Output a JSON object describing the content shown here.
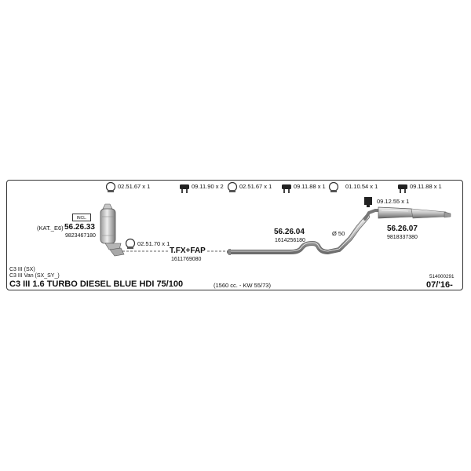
{
  "top_parts": [
    {
      "label": "02.51.67 x 1",
      "icon": "clamp-icon"
    },
    {
      "label": "09.11.90 x 2",
      "icon": "rubber-hanger-icon"
    },
    {
      "label": "02.51.67 x 1",
      "icon": "clamp-icon"
    },
    {
      "label": "09.11.88 x 1",
      "icon": "rubber-hanger-icon"
    },
    {
      "label": "01.10.54 x 1",
      "icon": "clamp-icon"
    },
    {
      "label": "09.11.88 x 1",
      "icon": "rubber-hanger-icon"
    }
  ],
  "parts": {
    "cat": {
      "incl": "INCL.",
      "kat": "(KAT._E6)",
      "code": "56.26.33",
      "oe": "9823467180"
    },
    "clamp_mid": "02.51.70 x 1",
    "flex": {
      "code": "T.FX+FAP",
      "oe": "1611769080"
    },
    "middle": {
      "code": "56.26.04",
      "oe": "1614256180"
    },
    "diameter": "Ø 50",
    "hanger_rear": "09.12.55 x 1",
    "rear": {
      "code": "56.26.07",
      "oe": "9818337380"
    }
  },
  "footer": {
    "model_1": "C3 III (SX)",
    "model_2": "C3 III Van (SX_SY_)",
    "title": "C3 III  1.6 TURBO DIESEL BLUE HDI 75/100",
    "engine": "(1560 cc. - KW 55/73)",
    "catalog_no": "514000291",
    "date": "07/'16-"
  }
}
